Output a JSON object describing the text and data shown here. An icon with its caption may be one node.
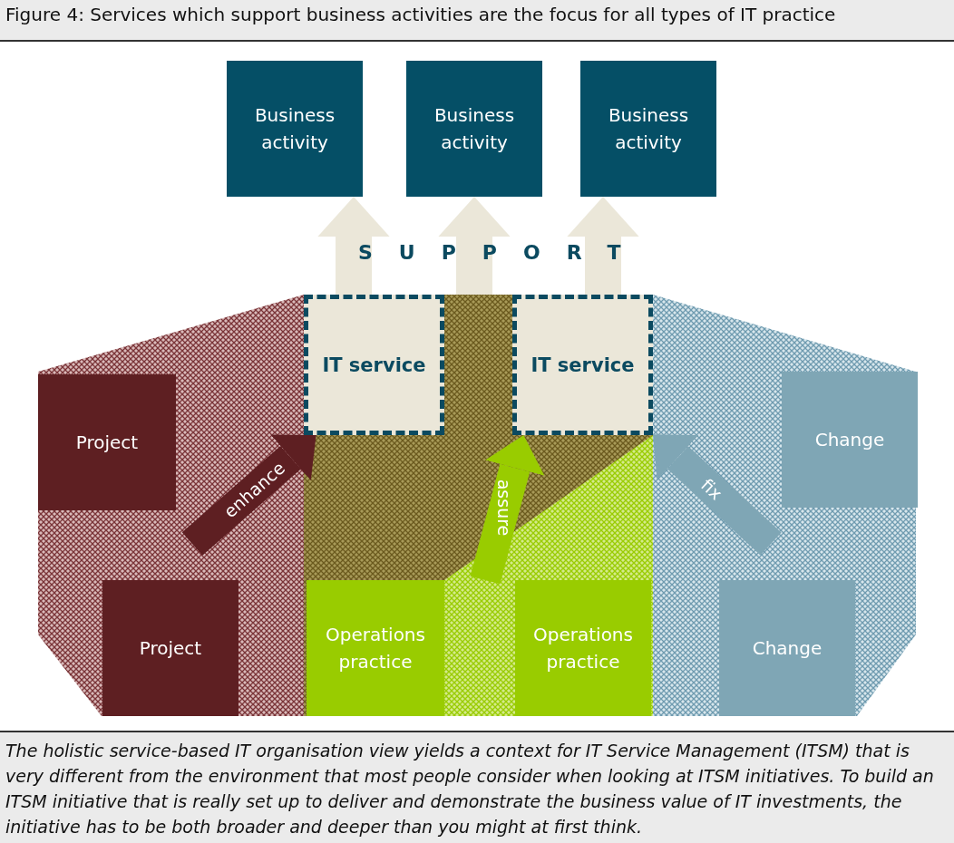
{
  "diagram": {
    "title": "Figure 4: Services which support business activities are the focus for all types of IT practice",
    "caption": "The holistic service-based IT organisation view yields a context for IT Service Management (ITSM) that is very different from the environment that most people consider when looking at ITSM initiatives. To build an ITSM initiative that is really set up to deliver and demonstrate the business value of IT investments, the initiative has to be both broader and deeper than you might at first think.",
    "nodes": [
      {
        "text": [
          "Business activity"
        ]
      },
      {
        "text": [
          "Business activity"
        ]
      },
      {
        "text": [
          "Business activity"
        ]
      },
      {
        "text": [
          "IT service"
        ]
      },
      {
        "text": [
          "IT service"
        ]
      },
      {
        "text": [
          "Project"
        ]
      },
      {
        "text": [
          "Change"
        ]
      },
      {
        "text": [
          "Project"
        ]
      },
      {
        "text": [
          "Operations practice"
        ]
      },
      {
        "text": [
          "Operations practice"
        ]
      },
      {
        "text": [
          "Change"
        ]
      }
    ],
    "edges": [
      {
        "from": 3,
        "to": 0,
        "arrow": "to"
      },
      {
        "from": null,
        "to": 1,
        "arrow": "to"
      },
      {
        "from": 4,
        "to": 2,
        "arrow": "to"
      },
      {
        "from": null,
        "to": 3,
        "arrow": "to",
        "label": "enhance",
        "color": "#5e1f22"
      },
      {
        "from": null,
        "to": 4,
        "arrow": "to",
        "label": "assure",
        "color": "#99cc00"
      },
      {
        "from": null,
        "to": 4,
        "arrow": "to",
        "label": "fix",
        "color": "#7fa6b5"
      }
    ],
    "labels": [
      "SUPPORT"
    ]
  }
}
